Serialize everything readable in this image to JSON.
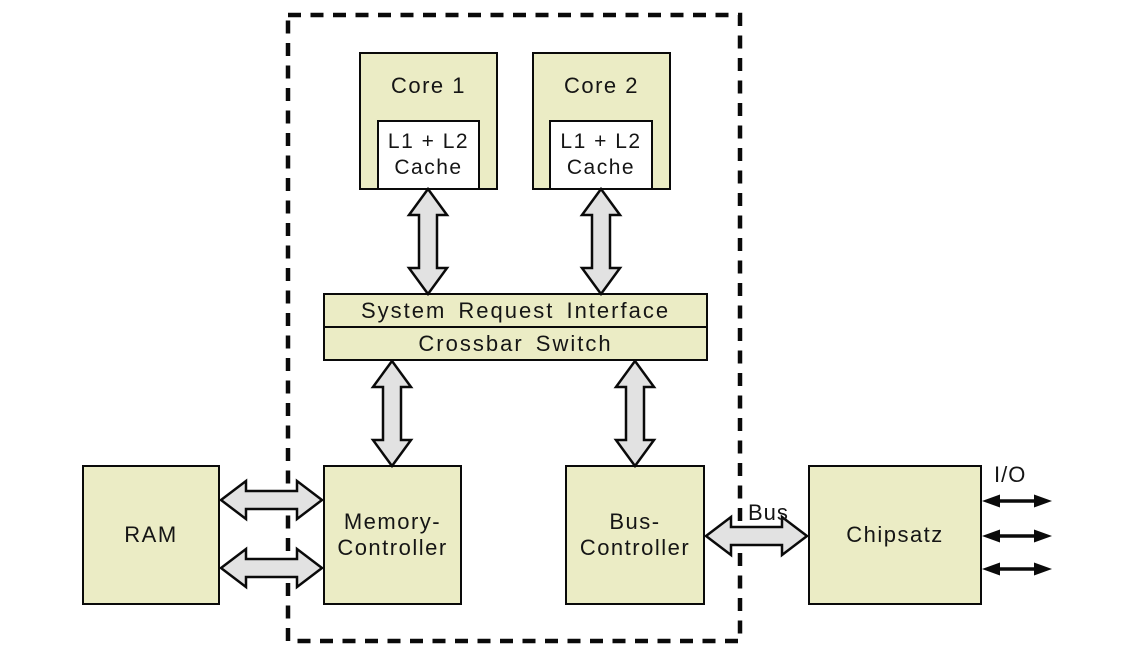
{
  "colors": {
    "background": "#ffffff",
    "block_fill": "#ebecc5",
    "cache_fill": "#ffffff",
    "arrow_fill": "#e2e2e2",
    "line": "#0a0a0a"
  },
  "blocks": {
    "core1": {
      "label": "Core 1"
    },
    "core2": {
      "label": "Core 2"
    },
    "cache1": {
      "line1": "L1 + L2",
      "line2": "Cache"
    },
    "cache2": {
      "line1": "L1 + L2",
      "line2": "Cache"
    },
    "system_request_interface": {
      "label": "System Request Interface"
    },
    "crossbar_switch": {
      "label": "Crossbar Switch"
    },
    "ram": {
      "label": "RAM"
    },
    "memory_controller": {
      "line1": "Memory-",
      "line2": "Controller"
    },
    "bus_controller": {
      "line1": "Bus-",
      "line2": "Controller"
    },
    "chipset": {
      "label": "Chipsatz"
    }
  },
  "annotations": {
    "bus_label": "Bus",
    "io_label": "I/O"
  }
}
